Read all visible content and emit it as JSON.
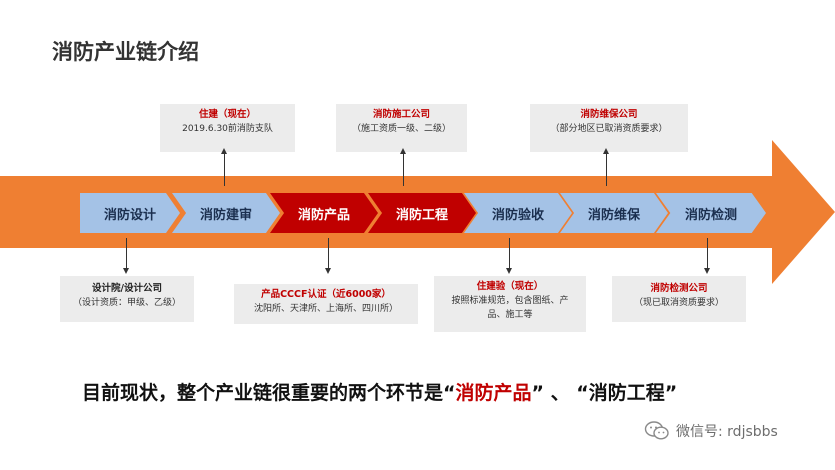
{
  "title": "消防产业链介绍",
  "chain_steps": [
    {
      "label": "消防设计",
      "highlight": false
    },
    {
      "label": "消防建审",
      "highlight": false
    },
    {
      "label": "消防产品",
      "highlight": true
    },
    {
      "label": "消防工程",
      "highlight": true
    },
    {
      "label": "消防验收",
      "highlight": false
    },
    {
      "label": "消防维保",
      "highlight": false
    },
    {
      "label": "消防检测",
      "highlight": false
    }
  ],
  "callouts": {
    "zhujian_now": {
      "title": "住建（现在）",
      "body": "2019.6.30前消防支队"
    },
    "fire_construction_company": {
      "title": "消防施工公司",
      "body": "（施工资质一级、二级）"
    },
    "fire_maintenance_company": {
      "title": "消防维保公司",
      "body": "（部分地区已取消资质要求）"
    },
    "design_institute": {
      "title": "设计院/设计公司",
      "body": "（设计资质：甲级、乙级）"
    },
    "product_cert": {
      "title": "产品CCCF认证（近6000家）",
      "body": "沈阳所、天津所、上海所、四川所）"
    },
    "acceptance": {
      "title": "住建验（现在）",
      "body_line1": "按照标准规范，包含图纸、产",
      "body_line2": "品、施工等"
    },
    "fire_testing_company": {
      "title": "消防检测公司",
      "body": "（现已取消资质要求）"
    }
  },
  "summary": {
    "prefix": "目前现状，整个产业链很重要的两个环节是“",
    "highlight1": "消防产品",
    "middle": "” 、 “",
    "highlight2": "消防工程",
    "suffix": "”"
  },
  "watermark": {
    "text": "微信号: rdjsbbs",
    "icon": "wechat-icon"
  },
  "colors": {
    "arrow": "#ef7f32",
    "step_blue": "#a4c2e6",
    "step_red": "#c00000",
    "callout_bg": "#ececec",
    "highlight_text": "#c00000"
  }
}
